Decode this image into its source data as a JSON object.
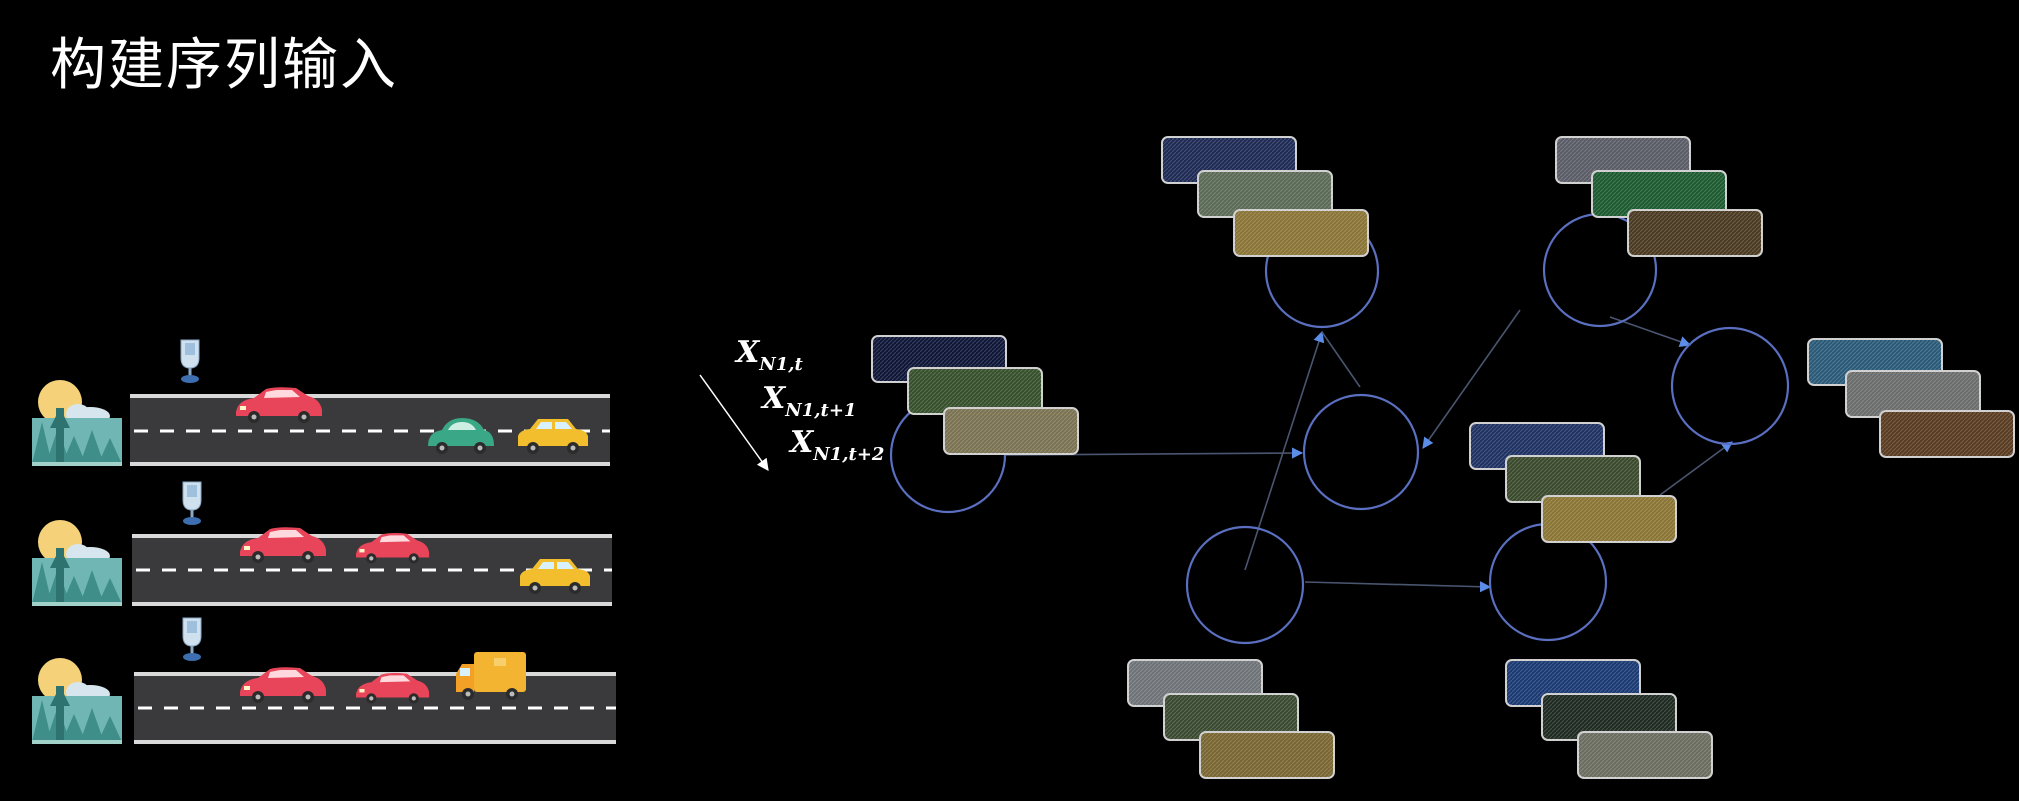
{
  "title": "构建序列输入",
  "sequence_labels": [
    {
      "base": "X",
      "sub": "N1,t"
    },
    {
      "base": "X",
      "sub": "N1,t+1"
    },
    {
      "base": "X",
      "sub": "N1,t+2"
    }
  ],
  "colors": {
    "background": "#000000",
    "node_stroke": "#5a6fc0",
    "edge": "#4a5570",
    "arrow": "#5b8ce8",
    "road": "#3a3a3c",
    "road_lane": "#ffffff",
    "road_edge": "#d9d9d9"
  }
}
